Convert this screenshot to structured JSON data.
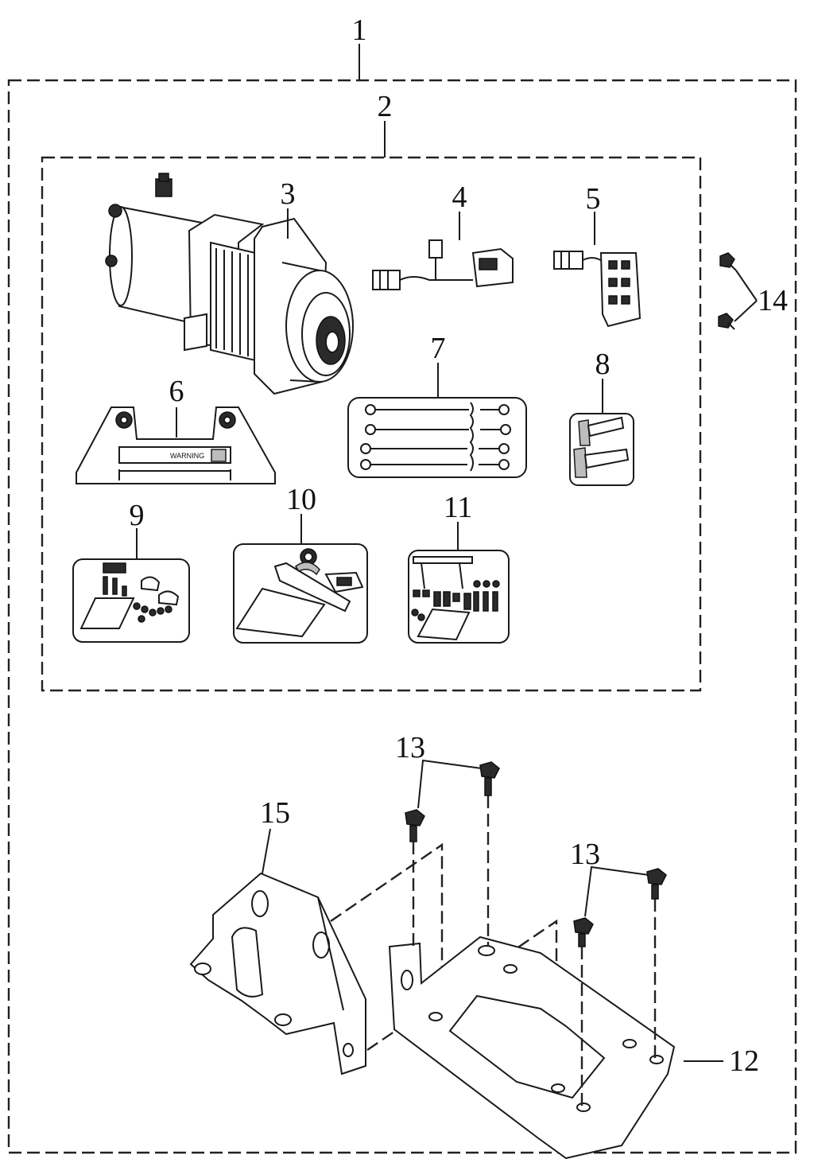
{
  "diagram": {
    "callouts": {
      "c1": "1",
      "c2": "2",
      "c3": "3",
      "c4": "4",
      "c5": "5",
      "c6": "6",
      "c7": "7",
      "c8": "8",
      "c9": "9",
      "c10": "10",
      "c11": "11",
      "c12": "12",
      "c13a": "13",
      "c13b": "13",
      "c14": "14",
      "c15": "15"
    },
    "warning_label": "WARNING"
  }
}
